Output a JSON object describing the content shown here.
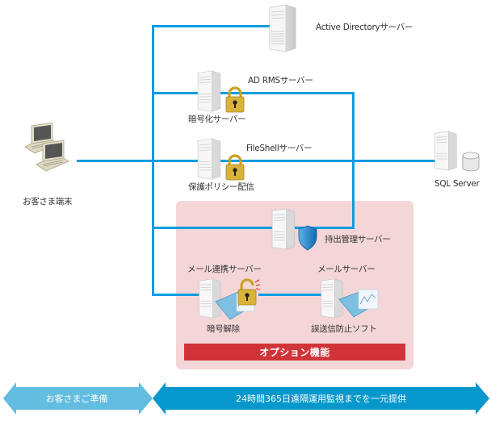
{
  "diagram": {
    "nodes": {
      "active_directory": "Active Directoryサーバー",
      "ad_rms": "AD RMSサーバー",
      "ad_rms_role": "暗号化サーバー",
      "fileshell": "FileShellサーバー",
      "fileshell_role": "保護ポリシー配信",
      "client": "お客さま端末",
      "sql_server": "SQL Server",
      "export_mgmt": "持出管理サーバー",
      "mail_link": "メール連携サーバー",
      "mail_link_role": "暗号解除",
      "mail_server": "メールサーバー",
      "mail_server_role": "誤送信防止ソフト"
    },
    "option_box": {
      "label": "オプション機能",
      "bg_color": "#f4d6d8",
      "bar_color": "#d13438"
    },
    "line_color": "#0a9de0",
    "footer": {
      "left_arrow": "お客さまご準備",
      "right_arrow": "24時間365日遠隔運用監視までを一元提供",
      "left_color": "#62bde0",
      "right_color": "#0698cc"
    }
  }
}
